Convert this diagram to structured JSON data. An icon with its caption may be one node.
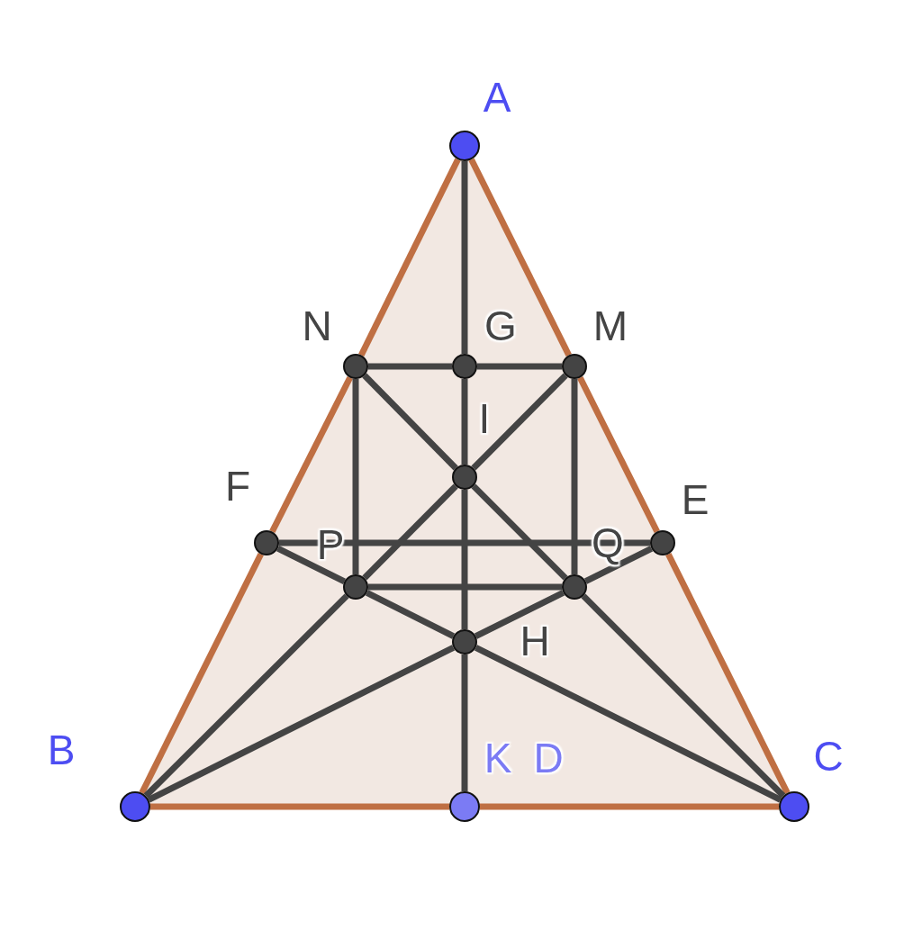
{
  "diagram": {
    "nodes": [
      {
        "text": [],
        "shape": "circle",
        "beside": [
          "A"
        ]
      },
      {
        "text": [],
        "shape": "circle",
        "beside": [
          "N"
        ]
      },
      {
        "text": [],
        "shape": "circle",
        "beside": [
          "G"
        ]
      },
      {
        "text": [],
        "shape": "circle",
        "beside": [
          "M"
        ]
      },
      {
        "text": [],
        "shape": "circle",
        "beside": [
          "I"
        ]
      },
      {
        "text": [],
        "shape": "circle",
        "beside": [
          "F"
        ]
      },
      {
        "text": [],
        "shape": "circle",
        "beside": [
          "E"
        ]
      },
      {
        "text": [],
        "shape": "circle",
        "beside": [
          "P"
        ]
      },
      {
        "text": [],
        "shape": "circle",
        "beside": [
          "Q"
        ]
      },
      {
        "text": [],
        "shape": "circle",
        "beside": [
          "H"
        ]
      },
      {
        "text": [],
        "shape": "circle",
        "beside": [
          "B"
        ]
      },
      {
        "text": [],
        "shape": "circle",
        "beside": [
          "K",
          "D"
        ]
      },
      {
        "text": [],
        "shape": "circle",
        "beside": [
          "C"
        ]
      }
    ],
    "edges": [
      {
        "from": 0,
        "to": 1,
        "arrow": "none",
        "color": "#bf6f43"
      },
      {
        "from": 1,
        "to": 5,
        "arrow": "none",
        "color": "#bf6f43"
      },
      {
        "from": 5,
        "to": 10,
        "arrow": "none",
        "color": "#bf6f43"
      },
      {
        "from": 0,
        "to": 3,
        "arrow": "none",
        "color": "#bf6f43"
      },
      {
        "from": 3,
        "to": 6,
        "arrow": "none",
        "color": "#bf6f43"
      },
      {
        "from": 6,
        "to": 12,
        "arrow": "none",
        "color": "#bf6f43"
      },
      {
        "from": 10,
        "to": 11,
        "arrow": "none",
        "color": "#bf6f43"
      },
      {
        "from": 11,
        "to": 12,
        "arrow": "none",
        "color": "#bf6f43"
      },
      {
        "from": 0,
        "to": 2,
        "arrow": "none"
      },
      {
        "from": 2,
        "to": 4,
        "arrow": "none"
      },
      {
        "from": 4,
        "to": 9,
        "arrow": "none"
      },
      {
        "from": 9,
        "to": 11,
        "arrow": "none"
      },
      {
        "from": 1,
        "to": 2,
        "arrow": "none"
      },
      {
        "from": 2,
        "to": 3,
        "arrow": "none"
      },
      {
        "from": 5,
        "to": 6,
        "arrow": "none"
      },
      {
        "from": 7,
        "to": 8,
        "arrow": "none"
      },
      {
        "from": 1,
        "to": 7,
        "arrow": "none"
      },
      {
        "from": 3,
        "to": 8,
        "arrow": "none"
      },
      {
        "from": 10,
        "to": 7,
        "arrow": "none"
      },
      {
        "from": 7,
        "to": 4,
        "arrow": "none"
      },
      {
        "from": 4,
        "to": 3,
        "arrow": "none"
      },
      {
        "from": 12,
        "to": 8,
        "arrow": "none"
      },
      {
        "from": 8,
        "to": 4,
        "arrow": "none"
      },
      {
        "from": 4,
        "to": 1,
        "arrow": "none"
      },
      {
        "from": 5,
        "to": 7,
        "arrow": "none"
      },
      {
        "from": 7,
        "to": 9,
        "arrow": "none"
      },
      {
        "from": 9,
        "to": 12,
        "arrow": "none"
      },
      {
        "from": 6,
        "to": 8,
        "arrow": "none"
      },
      {
        "from": 8,
        "to": 9,
        "arrow": "none"
      },
      {
        "from": 9,
        "to": 10,
        "arrow": "none"
      }
    ]
  }
}
